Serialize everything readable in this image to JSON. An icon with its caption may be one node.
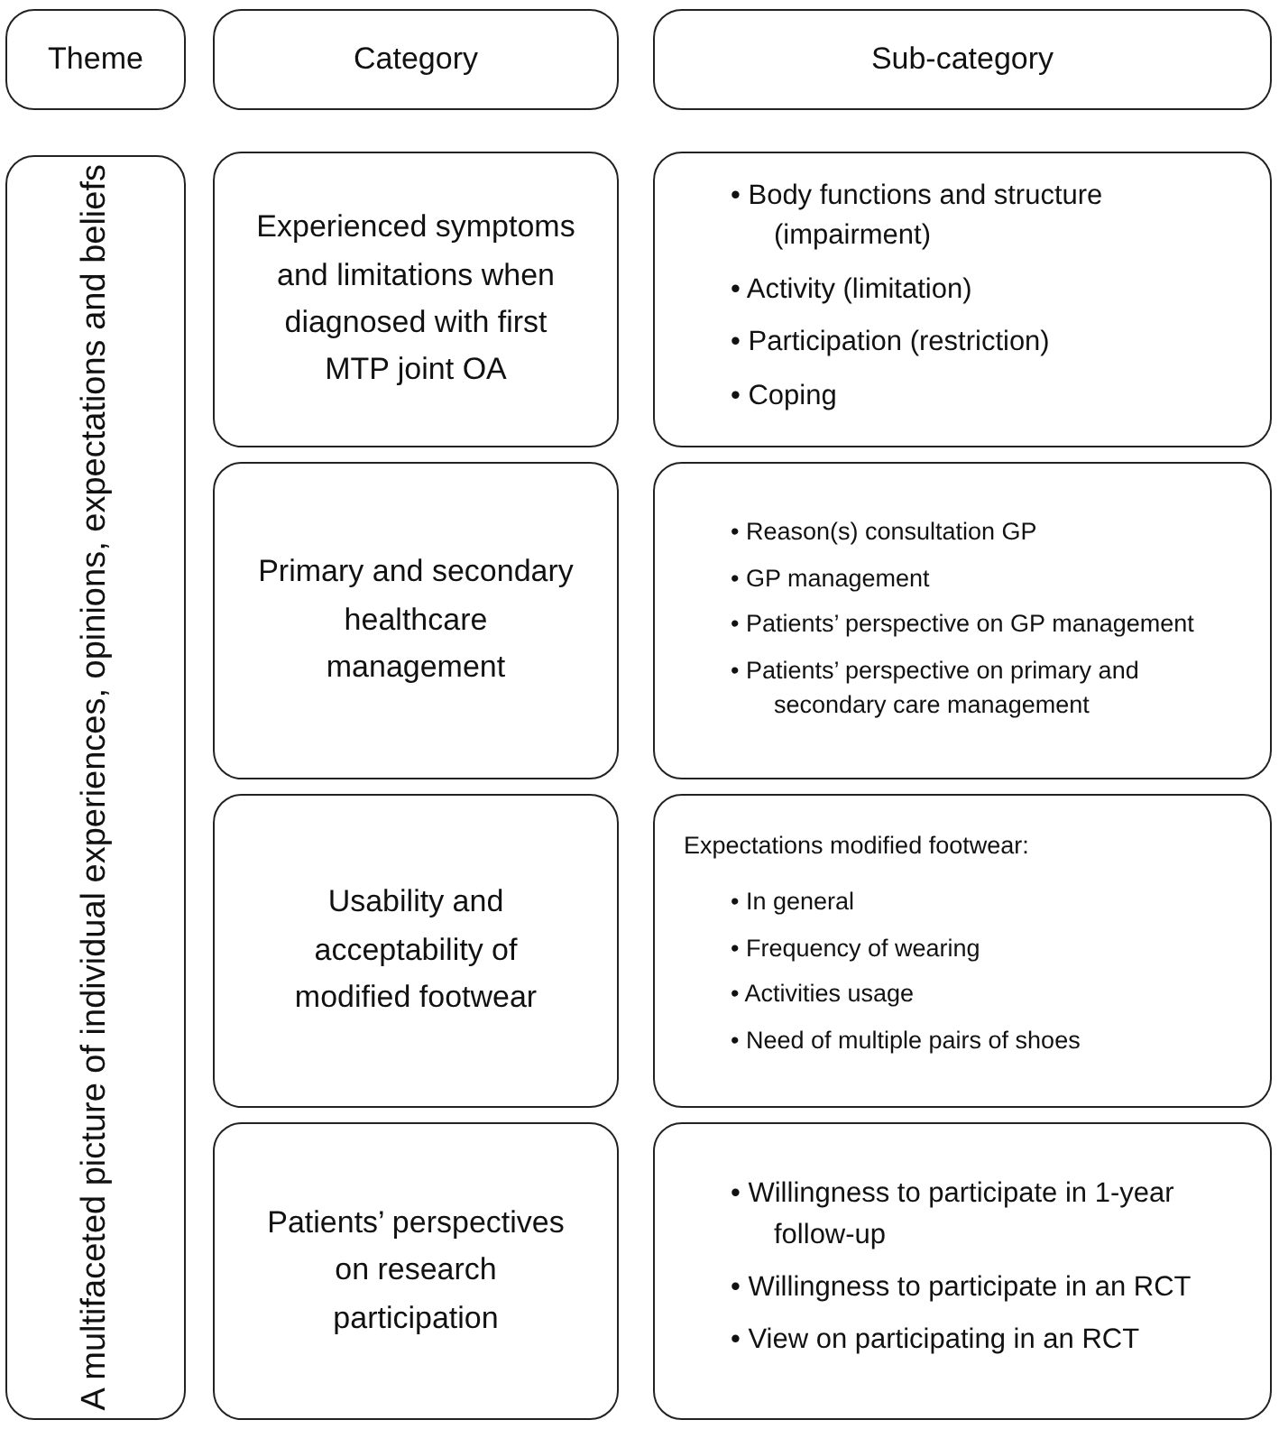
{
  "diagram": {
    "nodes": [
      {
        "text": [
          "Theme"
        ]
      },
      {
        "text": [
          "Category"
        ]
      },
      {
        "text": [
          "Sub-category"
        ]
      },
      {
        "text": [
          "A multifaceted picture of individual experiences, opinions, expectations and beliefs"
        ]
      },
      {
        "text": [
          "Experienced symptoms and limitations when diagnosed with first MTP joint OA"
        ]
      },
      {
        "text": [
          "Primary and secondary healthcare management"
        ]
      },
      {
        "text": [
          "Usability and acceptability of modified footwear"
        ]
      },
      {
        "text": [
          "Patients’ perspectives on research participation"
        ]
      },
      {
        "text": [
          "• Body functions and structure (impairment)",
          "• Activity (limitation)",
          "• Participation (restriction)",
          "• Coping"
        ]
      },
      {
        "text": [
          "• Reason(s) consultation GP",
          "• GP management",
          "• Patients’ perspective on GP management",
          "• Patients’ perspective on primary and secondary care management"
        ]
      },
      {
        "text": [
          "Expectations modified footwear:",
          "• In general",
          "• Frequency of wearing",
          "• Activities usage",
          "• Need of multiple pairs of shoes"
        ]
      },
      {
        "text": [
          "• Willingness to participate in 1-year follow-up",
          "• Willingness to participate in an RCT",
          "• View on participating in an RCT"
        ]
      }
    ]
  }
}
